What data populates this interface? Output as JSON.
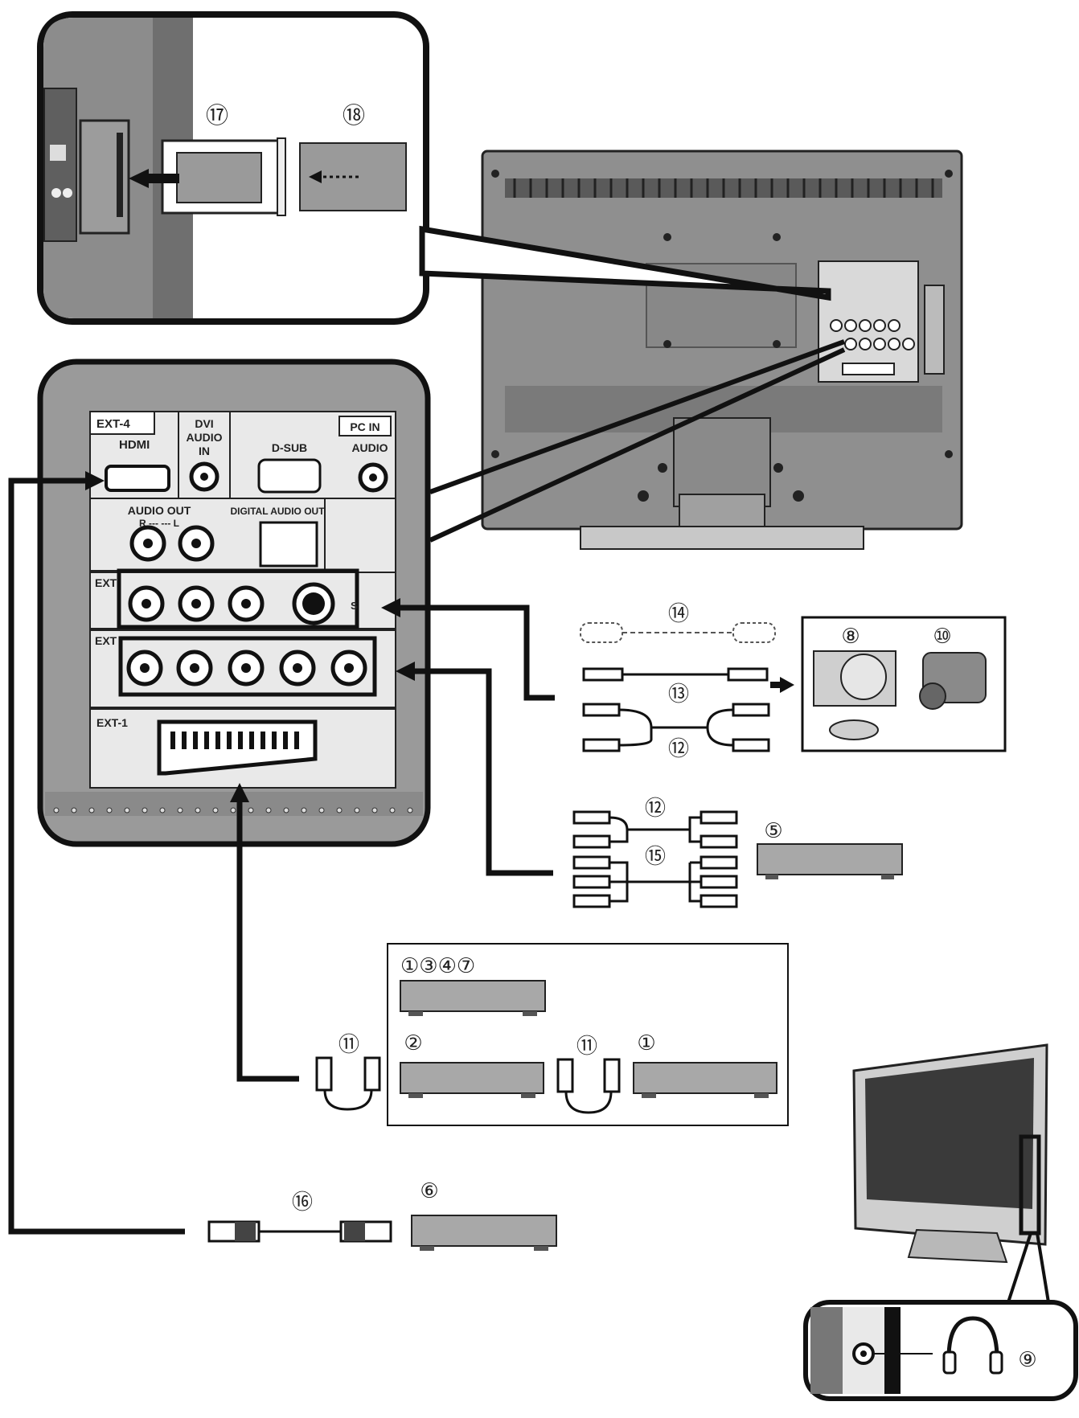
{
  "callouts": {
    "cam_module": "⑰",
    "card": "⑱",
    "svideo_cable": "⑭",
    "av_cable": "⑬",
    "audio_cable_top": "⑫",
    "game_console": "⑧",
    "camcorder": "⑩",
    "audio_cable_comp": "⑫",
    "component_cable": "⑮",
    "component_device": "⑤",
    "scart_group": "①③④⑦",
    "scart_device_2": "②",
    "scart_adapter_left": "⑪",
    "scart_adapter_mid": "⑪",
    "scart_device_1": "①",
    "hdmi_cable": "⑯",
    "hdmi_device": "⑥",
    "headphones": "⑨"
  },
  "panel": {
    "ext4": "EXT-4",
    "hdmi": "HDMI",
    "dvi": "DVI",
    "audio_in_1": "AUDIO",
    "audio_in_2": "IN",
    "pc_in": "PC IN",
    "dsub": "D-SUB",
    "audio": "AUDIO",
    "audio_out": "AUDIO OUT",
    "rl": "R ---   --- L",
    "digital_audio_out": "DIGITAL AUDIO OUT",
    "ext3": "EXT",
    "ext2": "EXT",
    "ext1": "EXT-1",
    "svideo": "S"
  },
  "colors": {
    "panel_fill": "#9a9a9a",
    "plate_fill": "#e9e9e9",
    "tv_fill": "#8f8f8f",
    "device_fill": "#a8a8a8",
    "line": "#111111"
  }
}
